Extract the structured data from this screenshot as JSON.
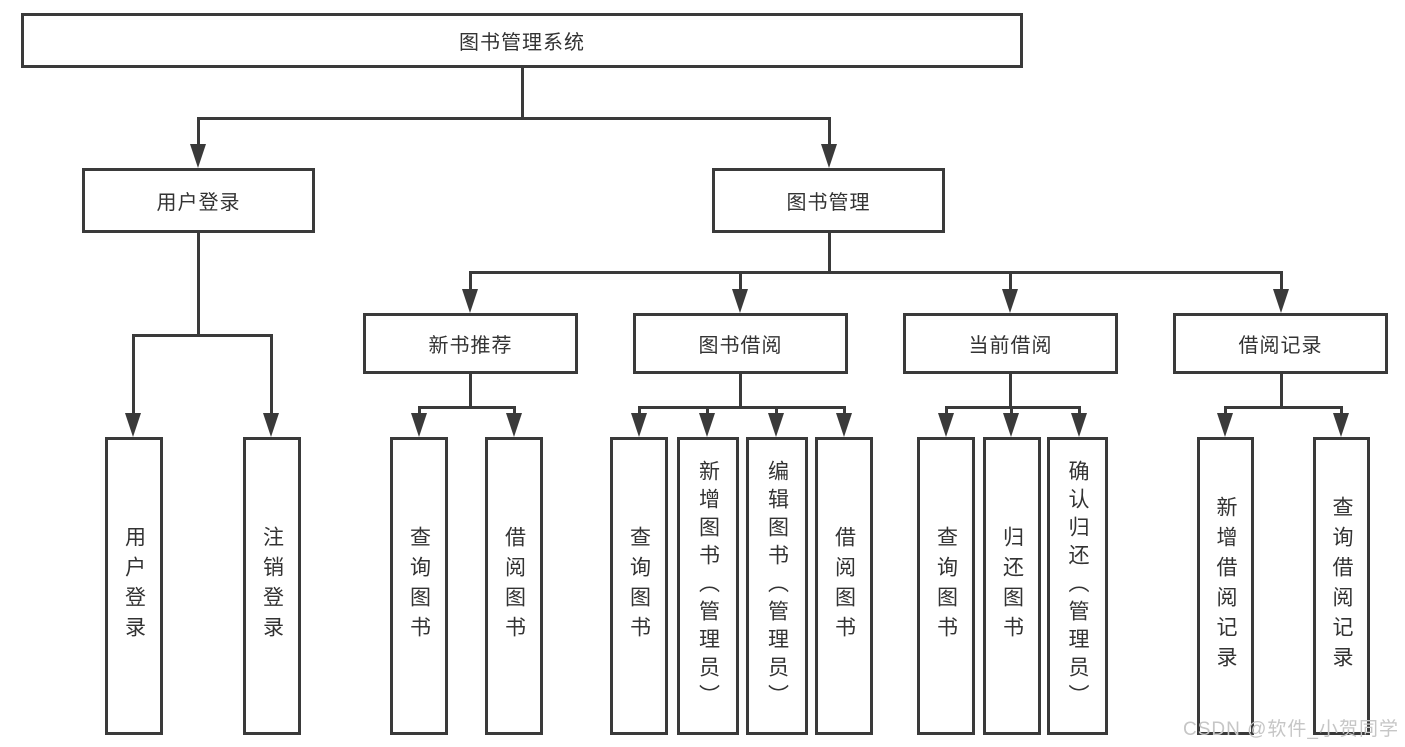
{
  "diagram": {
    "title": "图书管理系统",
    "root": {
      "label": "图书管理系统"
    },
    "level2": [
      {
        "label": "用户登录"
      },
      {
        "label": "图书管理"
      }
    ],
    "level3": [
      {
        "label": "新书推荐",
        "parent": "图书管理"
      },
      {
        "label": "图书借阅",
        "parent": "图书管理"
      },
      {
        "label": "当前借阅",
        "parent": "图书管理"
      },
      {
        "label": "借阅记录",
        "parent": "图书管理"
      }
    ],
    "leaves": [
      {
        "label": "用户登录",
        "parent": "用户登录"
      },
      {
        "label": "注销登录",
        "parent": "用户登录"
      },
      {
        "label": "查询图书",
        "parent": "新书推荐"
      },
      {
        "label": "借阅图书",
        "parent": "新书推荐"
      },
      {
        "label": "查询图书",
        "parent": "图书借阅"
      },
      {
        "label": "新增图书（管理员）",
        "parent": "图书借阅"
      },
      {
        "label": "编辑图书（管理员）",
        "parent": "图书借阅"
      },
      {
        "label": "借阅图书",
        "parent": "图书借阅"
      },
      {
        "label": "查询图书",
        "parent": "当前借阅"
      },
      {
        "label": "归还图书",
        "parent": "当前借阅"
      },
      {
        "label": "确认归还（管理员）",
        "parent": "当前借阅"
      },
      {
        "label": "新增借阅记录",
        "parent": "借阅记录"
      },
      {
        "label": "查询借阅记录",
        "parent": "借阅记录"
      }
    ]
  },
  "watermark": {
    "text": "CSDN @软件_小贺同学"
  },
  "colors": {
    "line": "#3a3a3a",
    "text": "#333333",
    "background": "#ffffff",
    "watermark": "#c6c6c6"
  }
}
